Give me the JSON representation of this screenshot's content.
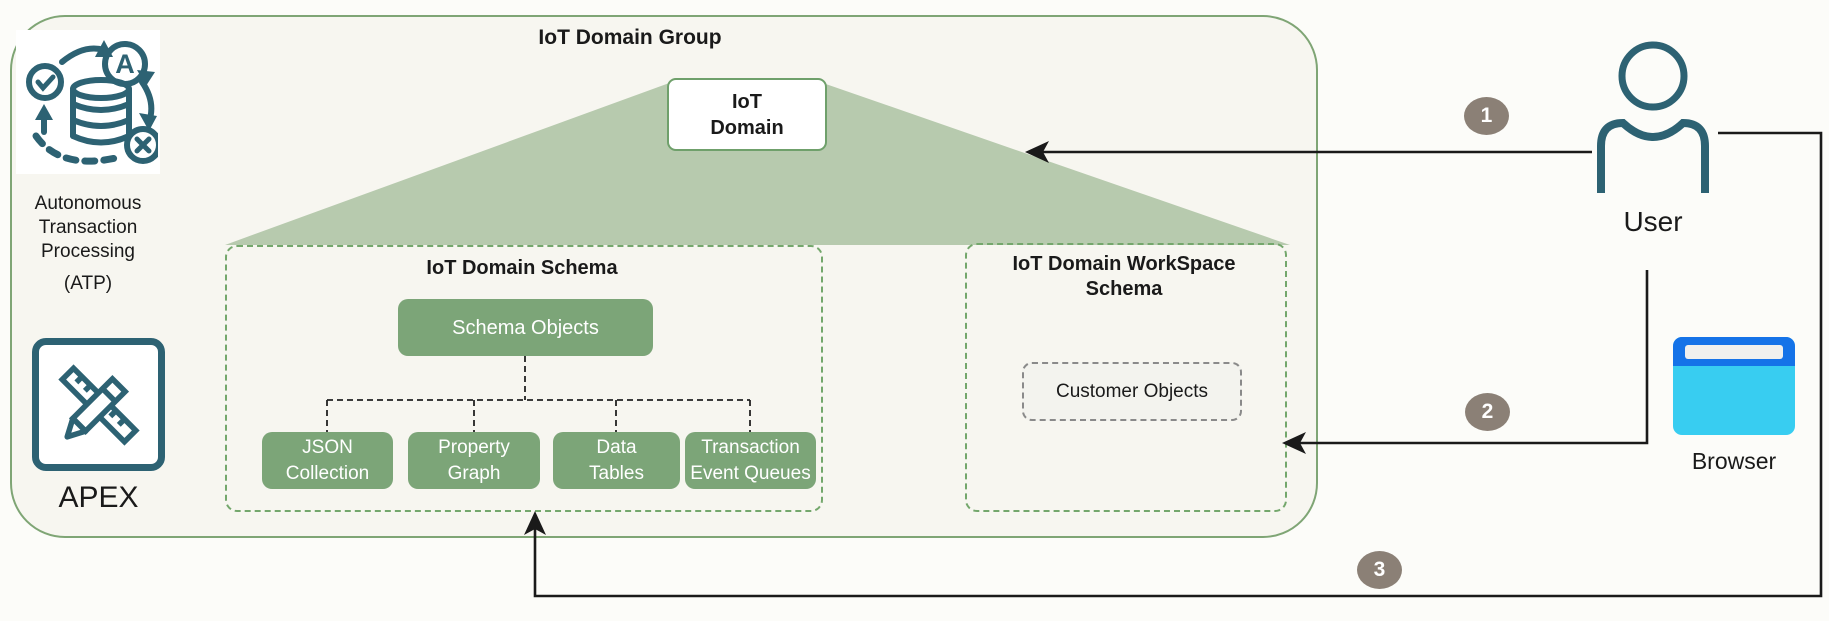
{
  "diagram": {
    "group_title": "IoT Domain Group",
    "domain_box_label": "IoT\nDomain",
    "schema": {
      "title": "IoT Domain Schema",
      "root_label": "Schema Objects",
      "children": [
        "JSON\nCollection",
        "Property\nGraph",
        "Data\nTables",
        "Transaction\nEvent Queues"
      ]
    },
    "workspace": {
      "title": "IoT Domain WorkSpace\nSchema",
      "object_label": "Customer Objects"
    },
    "atp": {
      "icon": "atp-autonomous-database-icon",
      "label": "Autonomous\nTransaction\nProcessing",
      "sub_label": "(ATP)"
    },
    "apex": {
      "icon": "apex-pencil-ruler-icon",
      "label": "APEX"
    },
    "user": {
      "icon": "user-person-icon",
      "label": "User"
    },
    "browser": {
      "icon": "browser-window-icon",
      "label": "Browser"
    },
    "flow_steps": {
      "step1": "1",
      "step2": "2",
      "step3": "3"
    },
    "colors": {
      "container_border": "#7fa575",
      "schema_dashed_border": "#74a76c",
      "triangle_green": "#b7caae",
      "node_green": "#7ca578",
      "icon_teal": "#2d6273",
      "badge_taupe": "#8b8076",
      "browser_top_blue": "#1573e8",
      "browser_body_cyan": "#38cdf1",
      "arrow_black": "#1a1a1a"
    }
  }
}
